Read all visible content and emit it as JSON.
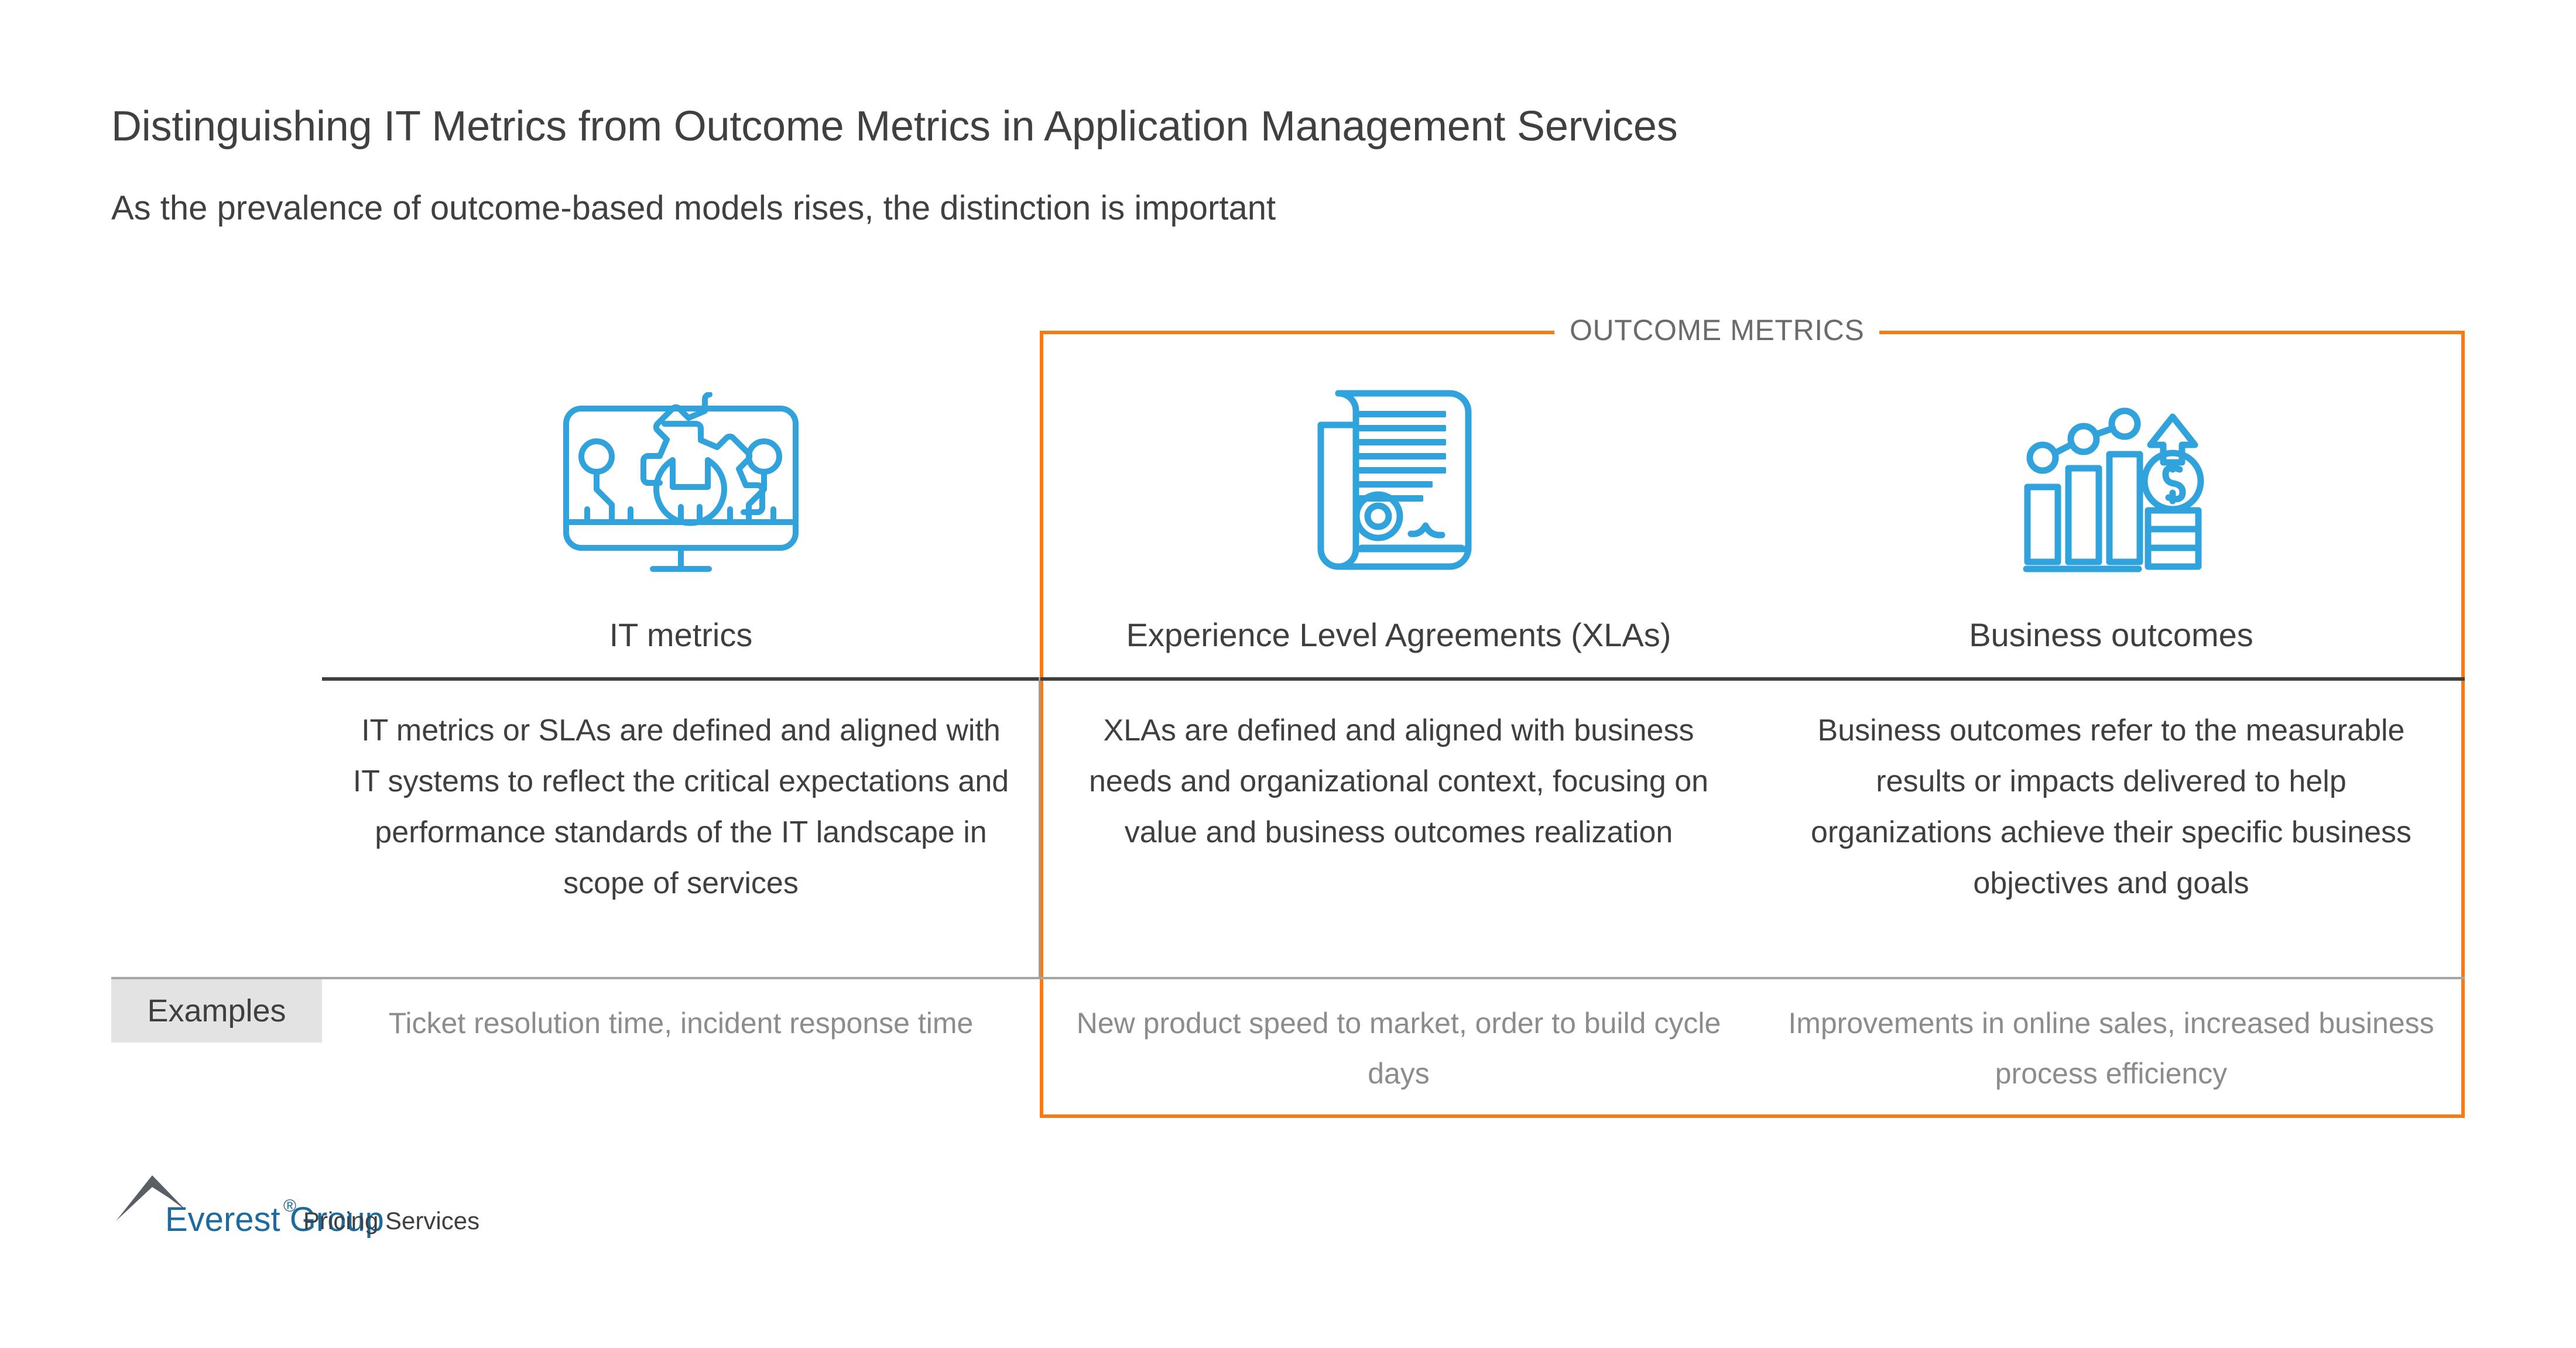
{
  "slide": {
    "title": "Distinguishing IT Metrics from Outcome Metrics in Application Management Services",
    "subtitle": "As the prevalence of outcome-based models rises, the distinction is important"
  },
  "outcome_group": {
    "label": "OUTCOME METRICS",
    "border_color": "#F57C14"
  },
  "accent_colors": {
    "icon_blue": "#31A3DC",
    "orange": "#F57C14",
    "dark_rule": "#3F3F3F",
    "light_rule": "#A6A6A6",
    "examples_chip_bg": "#E3E3E3",
    "muted_text": "#8C8C8C",
    "logo_blue": "#1D6A9C",
    "logo_gray": "#5A5F66"
  },
  "columns": [
    {
      "id": "it-metrics",
      "icon": "monitor-gear-wrench-icon",
      "heading": "IT metrics",
      "description": "IT metrics or SLAs are defined and aligned with IT systems to reflect the critical expectations and performance standards of the IT landscape in scope of services",
      "examples": "Ticket resolution time, incident response time",
      "in_outcome_group": false
    },
    {
      "id": "xlas",
      "icon": "certificate-scroll-icon",
      "heading": "Experience Level Agreements (XLAs)",
      "description": "XLAs are defined and aligned with business needs and organizational context, focusing on value and business outcomes realization",
      "examples": "New product speed to market, order to build cycle days",
      "in_outcome_group": true
    },
    {
      "id": "business-outcomes",
      "icon": "bar-chart-growth-dollar-icon",
      "heading": "Business outcomes",
      "description": "Business outcomes refer to the measurable results or impacts delivered to help organizations achieve their specific business objectives and goals",
      "examples": "Improvements in online sales, increased business process efficiency",
      "in_outcome_group": true
    }
  ],
  "row_labels": {
    "examples": "Examples"
  },
  "footer": {
    "logo_name": "Everest Group",
    "registered_mark": "®",
    "logo_tagline": "Pricing Services"
  }
}
